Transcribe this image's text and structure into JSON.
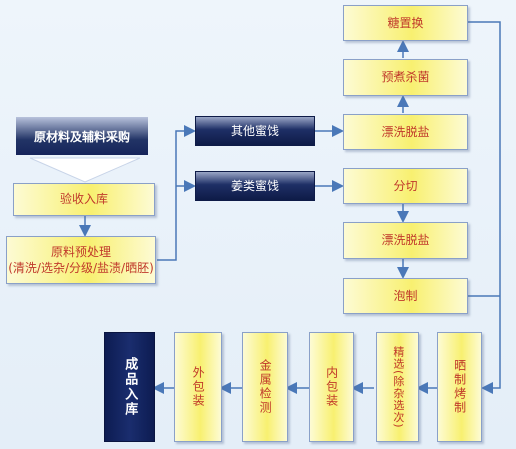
{
  "nodes": {
    "procure": "原材料及辅料采购",
    "receive": "验收入库",
    "pretreat_line1": "原料预处理",
    "pretreat_line2": "(清洗/选杂/分级/盐渍/晒胚)",
    "other_candied": "其他蜜饯",
    "ginger_candied": "姜类蜜饯",
    "sugar_exchange": "糖置换",
    "precook": "预煮杀菌",
    "rinse_desalt_1": "漂洗脱盐",
    "cut": "分切",
    "rinse_desalt_2": "漂洗脱盐",
    "pickle": "泡制",
    "dry_bake": "晒制烤制",
    "select": "精选(除杂选次)",
    "inner_pack": "内包装",
    "metal_detect": "金属检测",
    "outer_pack": "外包装",
    "warehouse": "成品入库"
  },
  "colors": {
    "line": "#4a78b8",
    "box_fill": "#f8f070",
    "navy": "#1a2d6e",
    "text_red": "#c0392b"
  }
}
